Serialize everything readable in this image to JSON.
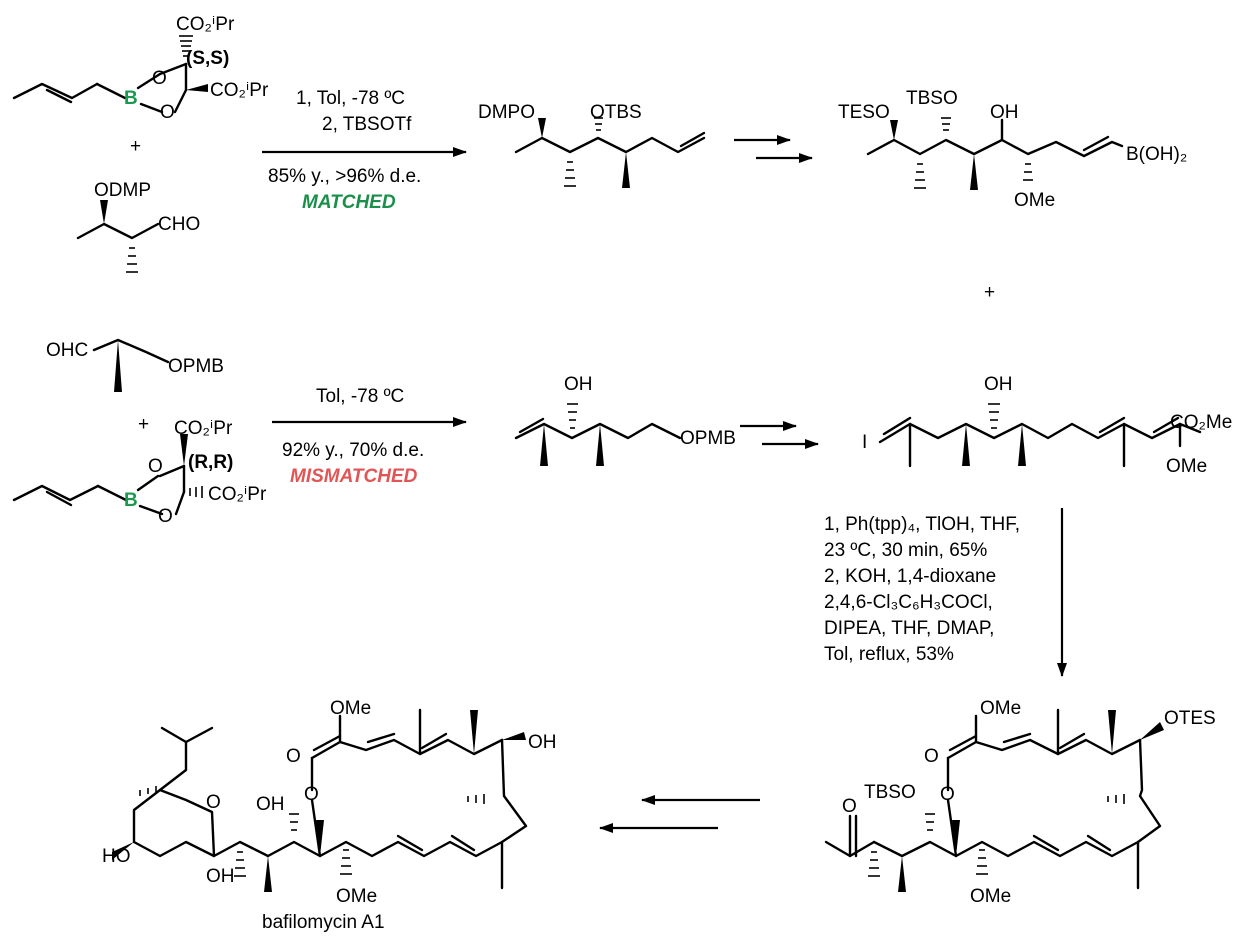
{
  "reagents": {
    "boronate_ss": {
      "ester_top": "CO₂ⁱPr",
      "config": "(S,S)",
      "ester_right": "CO₂ⁱPr",
      "boron": "B"
    },
    "aldehyde_1": {
      "odmp": "ODMP",
      "cho": "CHO"
    },
    "aldehyde_2": {
      "ohc": "OHC",
      "opmb": "OPMB"
    },
    "boronate_rr": {
      "ester_top": "CO₂ⁱPr",
      "config": "(R,R)",
      "ester_right": "CO₂ⁱPr",
      "boron": "B"
    }
  },
  "step1": {
    "line1": "1, Tol,  -78 ºC",
    "line2": "2, TBSOTf",
    "line3": "85% y., >96% d.e.",
    "tag": "MATCHED"
  },
  "step2": {
    "line1": "Tol,  -78 ºC",
    "line2": "92% y., 70% d.e.",
    "tag": "MISMATCHED"
  },
  "step3": {
    "lines": [
      "1, Ph(tpp)₄, TlOH, THF,",
      "   23 ºC, 30 min, 65%",
      "2, KOH, 1,4-dioxane",
      "   2,4,6-Cl₃C₆H₃COCl,",
      "   DIPEA, THF, DMAP,",
      "   Tol, reflux, 53%"
    ]
  },
  "products": {
    "p1": {
      "dmpo": "DMPO",
      "otbs": "OTBS"
    },
    "p2": {
      "teso": "TESO",
      "tbso": "TBSO",
      "oh": "OH",
      "boh": "B(OH)₂",
      "ome": "OMe"
    },
    "p3": {
      "oh": "OH",
      "opmb": "OPMB"
    },
    "p4": {
      "i": "I",
      "oh": "OH",
      "co2me": "CO₂Me",
      "ome": "OMe"
    },
    "macro": {
      "ome_top": "OMe",
      "o_carbonyl": "O",
      "otes": "OTES",
      "o_ketone": "O",
      "tbso": "TBSO",
      "o_ring": "O",
      "ome_bottom": "OMe"
    },
    "final": {
      "ome_top": "OMe",
      "o_carbonyl": "O",
      "oh": "OH",
      "o_pyran": "O",
      "oh2": "OH",
      "ho": "HO",
      "oh3": "OH",
      "o_ring": "O",
      "ome_bottom": "OMe",
      "name": "bafilomycin A1"
    }
  },
  "plus_signs": [
    "+",
    "+",
    "+"
  ]
}
